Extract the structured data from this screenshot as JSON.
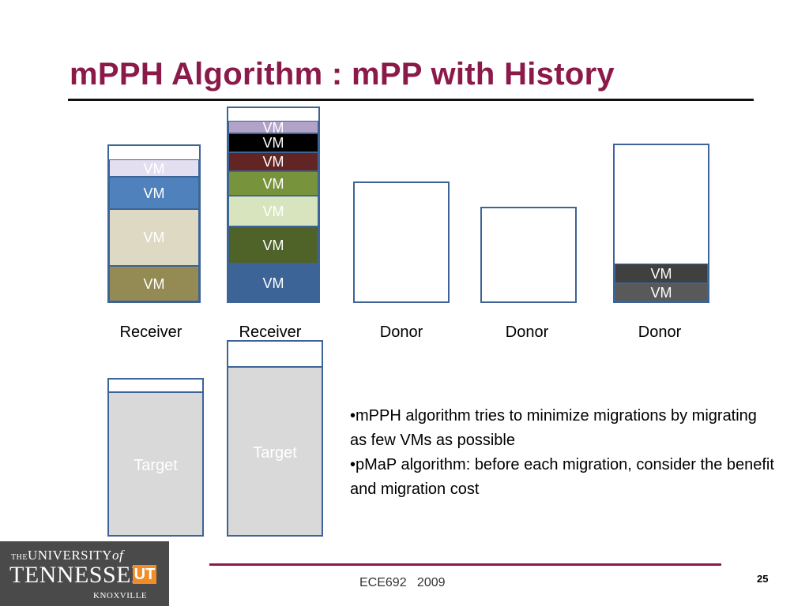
{
  "slide": {
    "title": "mPPH Algorithm : mPP with History",
    "page_number": "25",
    "footer": "ECE692   2009"
  },
  "servers": [
    {
      "label": "Receiver",
      "vms": [
        {
          "text": "VM",
          "color": "#e4dff0"
        },
        {
          "text": "VM",
          "color": "#4f81bd"
        },
        {
          "text": "VM",
          "color": "#ddd9c3"
        },
        {
          "text": "VM",
          "color": "#948a54"
        }
      ]
    },
    {
      "label": "Receiver",
      "vms": [
        {
          "text": "VM",
          "color": "#b3a2c7"
        },
        {
          "text": "VM",
          "color": "#000000"
        },
        {
          "text": "VM",
          "color": "#632523"
        },
        {
          "text": "VM",
          "color": "#77933c"
        },
        {
          "text": "VM",
          "color": "#d7e4bd"
        },
        {
          "text": "VM",
          "color": "#4f6228"
        },
        {
          "text": "VM",
          "color": "#3d6496"
        }
      ]
    },
    {
      "label": "Donor",
      "vms": []
    },
    {
      "label": "Donor",
      "vms": []
    },
    {
      "label": "Donor",
      "vms": [
        {
          "text": "VM",
          "color": "#404040"
        },
        {
          "text": "VM",
          "color": "#595959"
        }
      ]
    }
  ],
  "targets": [
    {
      "text": "Target"
    },
    {
      "text": "Target"
    }
  ],
  "bullets": [
    "•mPPH algorithm tries to minimize migrations by migrating as few VMs as possible",
    "•pMaP algorithm: before each migration, consider the benefit and migration cost"
  ],
  "logo": {
    "line1_a": "THE",
    "line1_b": "UNIVERSITY",
    "line1_c": "of",
    "line2": "TENNESSEE",
    "mark": "UT",
    "line3": "KNOXVILLE"
  }
}
